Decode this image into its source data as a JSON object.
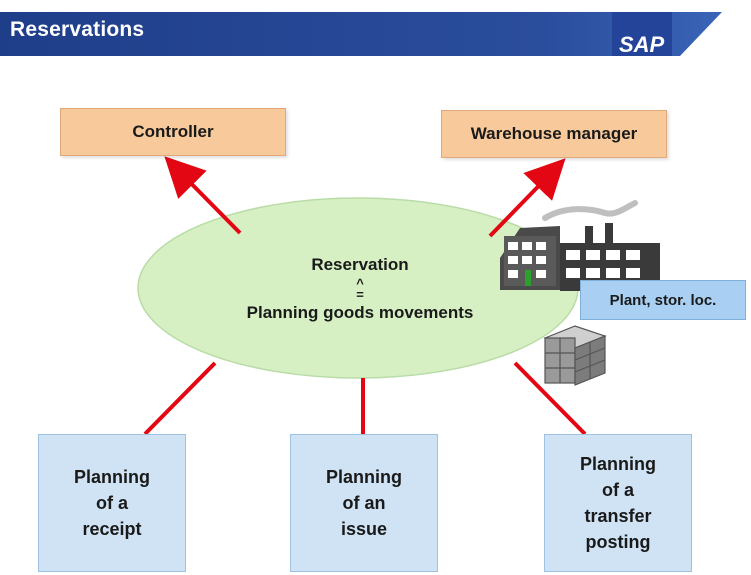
{
  "header": {
    "title": "Reservations",
    "logo": "SAP"
  },
  "top_boxes": [
    {
      "label": "Controller"
    },
    {
      "label": "Warehouse manager"
    }
  ],
  "center": {
    "line1": "Reservation",
    "line2": "^\n=",
    "line3": "Planning goods movements"
  },
  "plant_label": "Plant, stor. loc.",
  "bottom_boxes": [
    {
      "lines": [
        "Planning",
        "of a",
        "receipt"
      ]
    },
    {
      "lines": [
        "Planning",
        "of an",
        "issue"
      ]
    },
    {
      "lines": [
        "Planning",
        "of a",
        "transfer",
        "posting"
      ]
    }
  ],
  "colors": {
    "header_bar": "#1f3e8a",
    "top_box": "#f7c99b",
    "bottom_box": "#cfe3f4",
    "ellipse": "#d6f0c4",
    "arrow": "#e30613"
  }
}
